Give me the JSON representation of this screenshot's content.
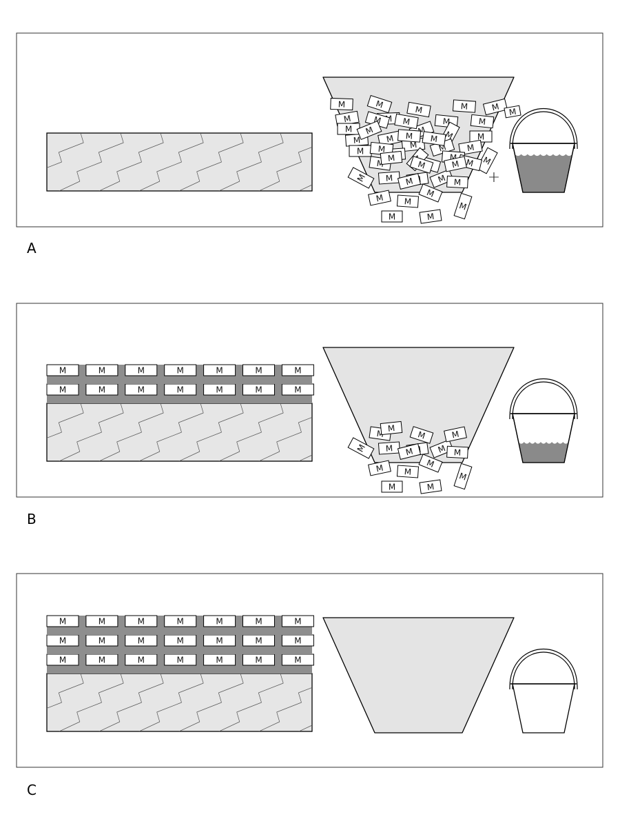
{
  "panels": [
    {
      "label": "A",
      "brick_rows_on_wall": 0,
      "has_plus": true,
      "bucket_fill_level": 0.78,
      "hopper_state": "full"
    },
    {
      "label": "B",
      "brick_rows_on_wall": 2,
      "has_plus": false,
      "bucket_fill_level": 0.42,
      "hopper_state": "partial"
    },
    {
      "label": "C",
      "brick_rows_on_wall": 3,
      "has_plus": false,
      "bucket_fill_level": 0,
      "hopper_state": "empty"
    }
  ],
  "brick_letter": "M",
  "plus_sign": "+",
  "colors": {
    "outline": "#000000",
    "wood_fill": "#e6e6e6",
    "wood_grain": "#555555",
    "hopper_fill": "#e4e4e4",
    "mortar": "#8e8e8e",
    "water": "#8a8a8a",
    "brick_fill": "#ffffff",
    "frame": "#333333"
  }
}
